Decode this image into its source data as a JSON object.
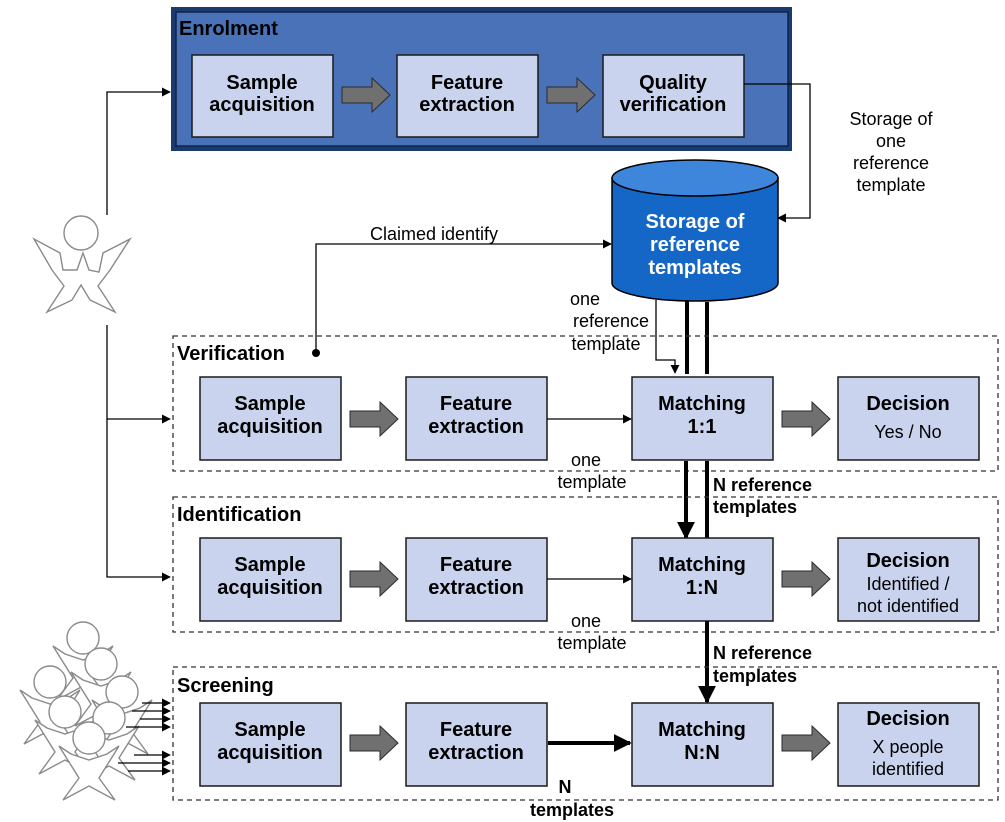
{
  "enrolment": {
    "title": "Enrolment",
    "sample": [
      "Sample",
      "acquisition"
    ],
    "feature": [
      "Feature",
      "extraction"
    ],
    "quality": [
      "Quality",
      "verification"
    ]
  },
  "storage_label": [
    "Storage of",
    "one",
    "reference",
    "template"
  ],
  "database": [
    "Storage of",
    "reference",
    "templates"
  ],
  "claimed_identity": "Claimed identify",
  "one_reference_template": [
    "one",
    "reference",
    "template"
  ],
  "verification": {
    "title": "Verification",
    "sample": [
      "Sample",
      "acquisition"
    ],
    "feature": [
      "Feature",
      "extraction"
    ],
    "matching": [
      "Matching",
      "1:1"
    ],
    "decision_title": "Decision",
    "decision_text": [
      "Yes / No"
    ]
  },
  "one_template_1": [
    "one",
    "template"
  ],
  "n_reference_templates_1": [
    "N reference",
    "templates"
  ],
  "identification": {
    "title": "Identification",
    "sample": [
      "Sample",
      "acquisition"
    ],
    "feature": [
      "Feature",
      "extraction"
    ],
    "matching": [
      "Matching",
      "1:N"
    ],
    "decision_title": "Decision",
    "decision_text": [
      "Identified /",
      "not identified"
    ]
  },
  "one_template_2": [
    "one",
    "template"
  ],
  "n_reference_templates_2": [
    "N reference",
    "templates"
  ],
  "screening": {
    "title": "Screening",
    "sample": [
      "Sample",
      "acquisition"
    ],
    "feature": [
      "Feature",
      "extraction"
    ],
    "matching": [
      "Matching",
      "N:N"
    ],
    "decision_title": "Decision",
    "decision_text": [
      "X people",
      "identified"
    ]
  },
  "n_templates": [
    "N",
    "templates"
  ],
  "icons": [
    "person-icon",
    "crowd-icon",
    "database-icon"
  ],
  "colors": {
    "enrolment_bg": "#4a72b8",
    "box_fill": "#c9d3ee",
    "database_fill": "#1466c7",
    "database_top": "#3d86dc",
    "gray_arrow": "#707070"
  }
}
